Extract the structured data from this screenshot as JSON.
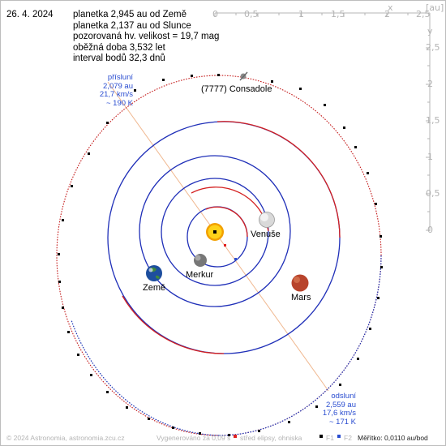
{
  "date": "26. 4. 2024",
  "info_lines": [
    "planetka 2,945 au od Země",
    "planetka 2,137 au od Slunce",
    "pozorovaná hv. velikost = 19,7 mag",
    "oběžná doba 3,532 let",
    "interval bodů 32,3 dnů"
  ],
  "asteroid_name": "(7777) Consadole",
  "scale": {
    "unit_label": "[au]",
    "x_label": "x",
    "y_label": "y",
    "x_ticks": [
      "0",
      "0,5",
      "1",
      "1,5",
      "2",
      "2,5"
    ],
    "y_ticks": [
      "2,5",
      "2",
      "1,5",
      "1",
      "0,5",
      "0"
    ]
  },
  "perihelion": {
    "title": "přísluní",
    "distance": "2,079 au",
    "speed": "21,7 km/s",
    "temperature": "~ 190 K"
  },
  "aphelion": {
    "title": "odsluní",
    "distance": "2,559 au",
    "speed": "17,6 km/s",
    "temperature": "~ 171 K"
  },
  "planets": {
    "venus": "Venuše",
    "earth": "Země",
    "mercury": "Merkur",
    "mars": "Mars"
  },
  "footer": {
    "copyright": "© 2024 Astronomia, astronomia.zcu.cz",
    "generated": "Vygenerováno za 0,09 s",
    "center_legend": "střed elipsy, ohniska",
    "f1": "F1",
    "f2": "F2",
    "scale": "Měřítko: 0,0110 au/bod"
  },
  "colors": {
    "orbit_blue": "#1f2fb8",
    "orbit_red": "#d42020",
    "asteroid_orbit": "#c41c1c",
    "apsides_line": "#f0b890",
    "label_blue": "#2a4dd0",
    "scale_gray": "#b4b4b4",
    "sun": "#ffd21a",
    "mars": "#b8442c"
  }
}
